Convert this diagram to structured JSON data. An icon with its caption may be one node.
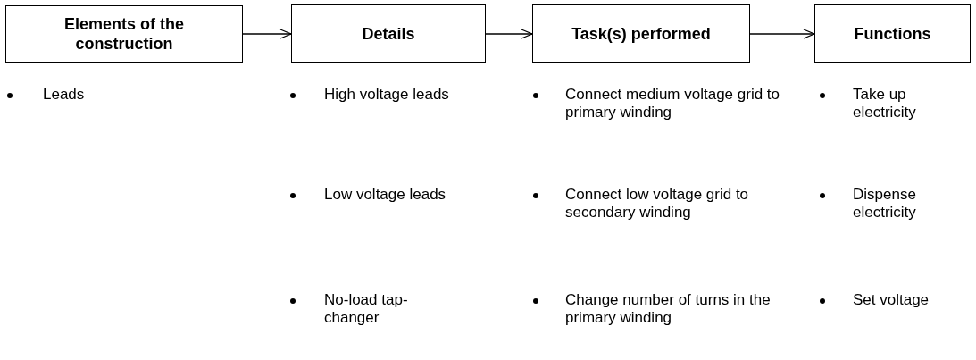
{
  "diagram": {
    "nodes": [
      {
        "text": [
          "Elements of the construction"
        ]
      },
      {
        "text": [
          "Details"
        ]
      },
      {
        "text": [
          "Task(s) performed"
        ]
      },
      {
        "text": [
          "Functions"
        ]
      }
    ],
    "edges": [
      {
        "from": 0,
        "to": 1,
        "arrow": "to"
      },
      {
        "from": 1,
        "to": 2,
        "arrow": "to"
      },
      {
        "from": 2,
        "to": 3,
        "arrow": "to"
      }
    ],
    "labels": [
      "Leads",
      "High voltage leads",
      "Connect medium voltage grid to primary winding",
      "Take up electricity",
      "Low voltage leads",
      "Connect low voltage grid to secondary winding",
      "Dispense electricity",
      "No-load tap-changer",
      "Change number of turns in the primary winding",
      "Set voltage"
    ]
  }
}
